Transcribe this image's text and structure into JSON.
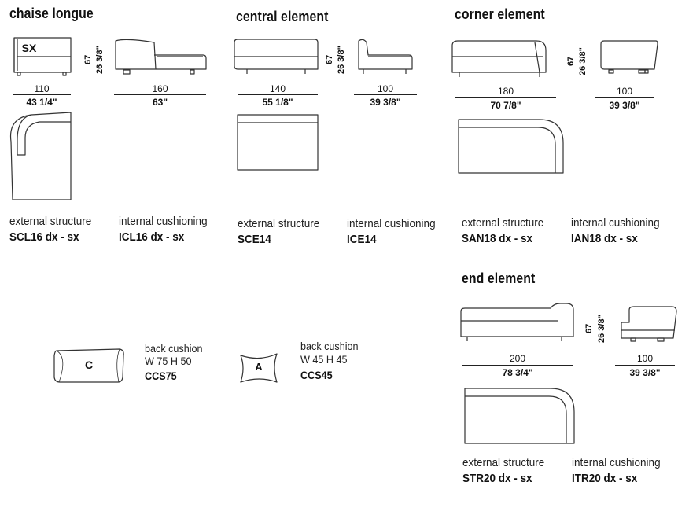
{
  "sections": {
    "chaise": {
      "heading": "chaise longue",
      "tag": "SX",
      "height_cm": "67",
      "height_in": "26 3/8\"",
      "front_cm": "110",
      "front_in": "43 1/4\"",
      "side_cm": "160",
      "side_in": "63\"",
      "ext_label": "external structure",
      "ext_code": "SCL16 dx - sx",
      "int_label": "internal cushioning",
      "int_code": "ICL16 dx - sx"
    },
    "central": {
      "heading": "central element",
      "height_cm": "67",
      "height_in": "26 3/8\"",
      "front_cm": "140",
      "front_in": "55 1/8\"",
      "side_cm": "100",
      "side_in": "39 3/8\"",
      "ext_label": "external structure",
      "ext_code": "SCE14",
      "int_label": "internal cushioning",
      "int_code": "ICE14"
    },
    "corner": {
      "heading": "corner element",
      "height_cm": "67",
      "height_in": "26 3/8\"",
      "front_cm": "180",
      "front_in": "70 7/8\"",
      "side_cm": "100",
      "side_in": "39 3/8\"",
      "ext_label": "external structure",
      "ext_code": "SAN18 dx - sx",
      "int_label": "internal cushioning",
      "int_code": "IAN18 dx - sx"
    },
    "end": {
      "heading": "end element",
      "height_cm": "67",
      "height_in": "26 3/8\"",
      "front_cm": "200",
      "front_in": "78 3/4\"",
      "side_cm": "100",
      "side_in": "39 3/8\"",
      "ext_label": "external structure",
      "ext_code": "STR20 dx - sx",
      "int_label": "internal cushioning",
      "int_code": "ITR20 dx - sx"
    }
  },
  "cushions": [
    {
      "letter": "C",
      "label": "back cushion",
      "size": "W 75 H 50",
      "code": "CCS75"
    },
    {
      "letter": "A",
      "label": "back cushion",
      "size": "W 45 H 45",
      "code": "CCS45"
    }
  ]
}
